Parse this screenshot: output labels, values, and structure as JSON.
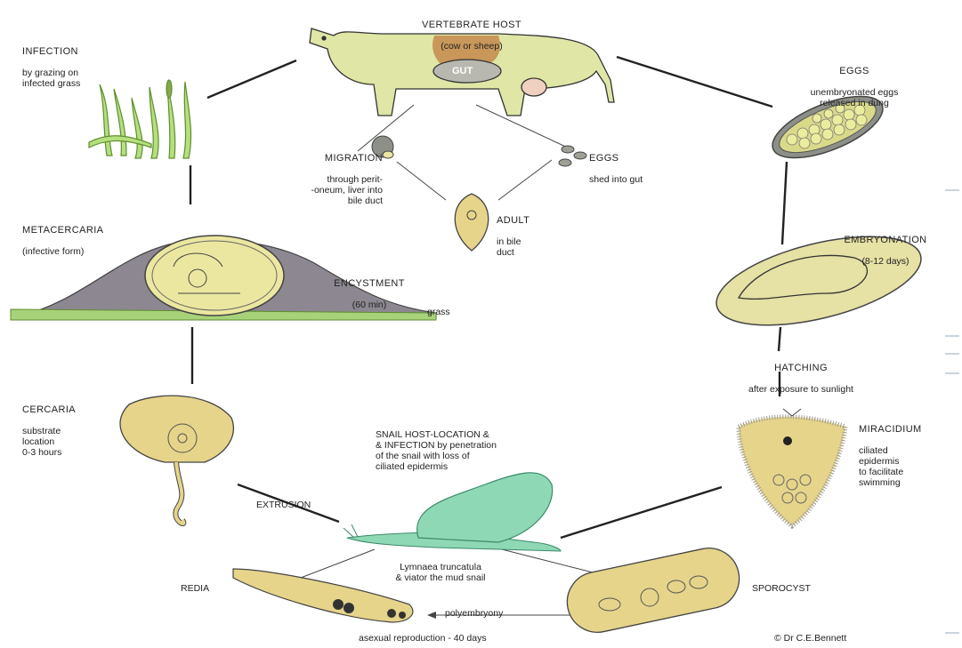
{
  "host": {
    "title": "VERTEBRATE HOST",
    "subtitle": "(cow or sheep)",
    "gut": "GUT"
  },
  "infection": {
    "title": "INFECTION",
    "text": "by grazing on\ninfected grass"
  },
  "eggs_dung": {
    "title": "EGGS",
    "text": "unembryonated eggs\nreleased in dung"
  },
  "migration": {
    "title": "MIGRATION",
    "text": "through perit-\n-oneum, liver into\nbile duct"
  },
  "eggs_gut": {
    "title": "EGGS",
    "text": "shed into gut"
  },
  "adult": {
    "title": "ADULT",
    "text": "in bile\nduct"
  },
  "metacercaria": {
    "title": "METACERCARIA",
    "text": "(infective form)"
  },
  "encystment": {
    "title": "ENCYSTMENT",
    "text": "(60 min)"
  },
  "grass": "grass",
  "embryonation": {
    "title": "EMBRYONATION",
    "text": "(8-12 days)"
  },
  "hatching": {
    "title": "HATCHING",
    "text": "after exposure to sunlight"
  },
  "cercaria": {
    "title": "CERCARIA",
    "text": "substrate\nlocation\n0-3 hours"
  },
  "snail_host": {
    "text": "SNAIL HOST-LOCATION &\n& INFECTION  by penetration\nof the snail with loss of\nciliated epidermis"
  },
  "miracidium": {
    "title": "MIRACIDIUM",
    "text": "ciliated\nepidermis\nto facilitate\nswimming"
  },
  "extrusion": "EXTRUSION",
  "snail_species": "Lymnaea truncatula\n& viator the mud snail",
  "redia": "REDIA",
  "sporocyst": "SPOROCYST",
  "polyembryony": "polyembryony",
  "asexual": "asexual reproduction - 40 days",
  "credit": "© Dr C.E.Bennett",
  "colors": {
    "cow": "#dfe6a6",
    "cow_patch": "#c9975a",
    "gut": "#b8b8b0",
    "egg": "#ece9ad",
    "egg_border": "#555",
    "cyst_mound": "#8c8790",
    "grass": "#a8d27a",
    "snail": "#8fd8b5",
    "larva": "#ece7a0"
  }
}
